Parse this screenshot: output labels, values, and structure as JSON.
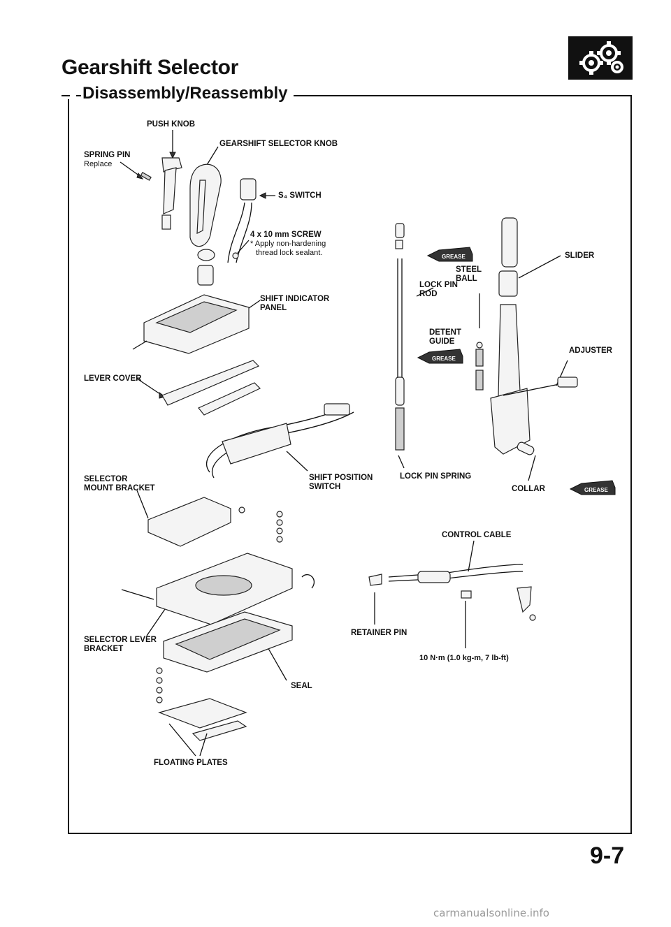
{
  "header": {
    "title": "Gearshift Selector",
    "subtitle": "Disassembly/Reassembly",
    "badge_icon": "gearshift-gears-icon"
  },
  "labels": {
    "push_knob": "PUSH KNOB",
    "spring_pin": "SPRING PIN",
    "spring_pin_note": "Replace",
    "gearshift_selector_knob": "GEARSHIFT SELECTOR KNOB",
    "s4_switch": "S₄ SWITCH",
    "screw": "4 x 10 mm SCREW",
    "screw_note_1": "* Apply non-hardening",
    "screw_note_2": "thread lock sealant.",
    "shift_indicator_panel_1": "SHIFT INDICATOR",
    "shift_indicator_panel_2": "PANEL",
    "lever_cover": "LEVER COVER",
    "selector_mount_bracket_1": "SELECTOR",
    "selector_mount_bracket_2": "MOUNT BRACKET",
    "shift_position_switch_1": "SHIFT POSITION",
    "shift_position_switch_2": "SWITCH",
    "selector_lever_bracket_1": "SELECTOR LEVER",
    "selector_lever_bracket_2": "BRACKET",
    "seal": "SEAL",
    "floating_plates": "FLOATING PLATES",
    "slider": "SLIDER",
    "steel_ball_1": "STEEL",
    "steel_ball_2": "BALL",
    "lock_pin_rod_1": "LOCK PIN",
    "lock_pin_rod_2": "ROD",
    "detent_guide_1": "DETENT",
    "detent_guide_2": "GUIDE",
    "adjuster": "ADJUSTER",
    "lock_pin_spring": "LOCK PIN SPRING",
    "collar": "COLLAR",
    "control_cable": "CONTROL CABLE",
    "retainer_pin": "RETAINER PIN",
    "torque_spec": "10 N·m (1.0 kg-m, 7 lb-ft)",
    "grease": "GREASE"
  },
  "page_number": "9-7",
  "watermark": "carmanualsonline.info"
}
